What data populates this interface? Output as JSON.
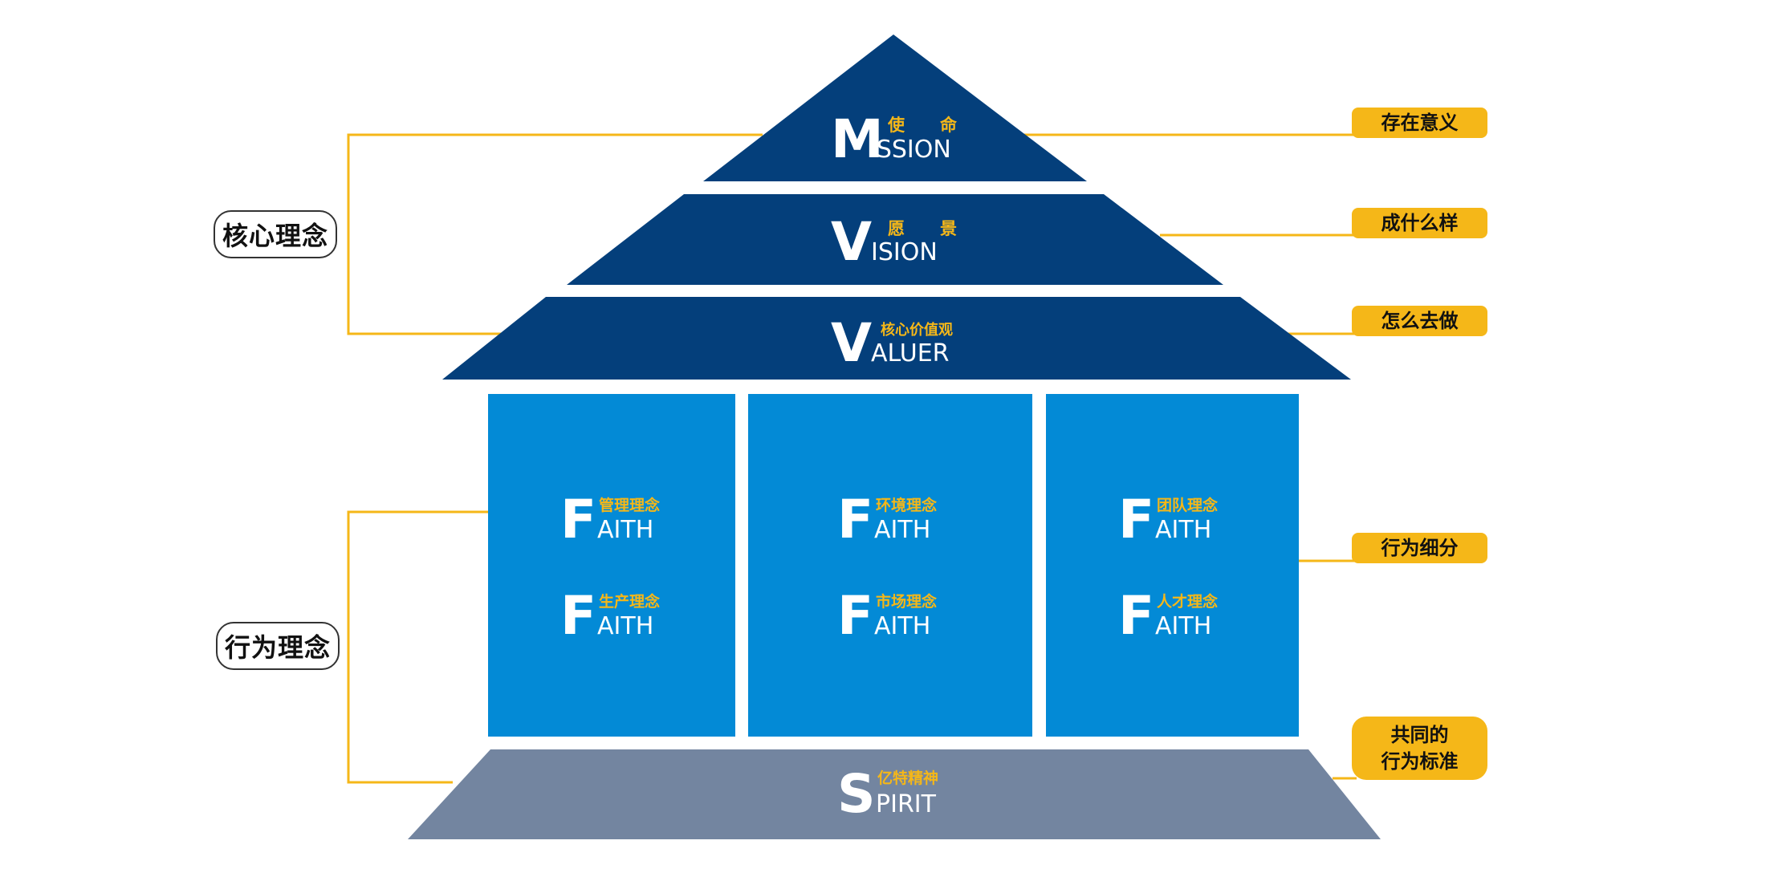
{
  "colors": {
    "dark_blue": "#043f7b",
    "bright_blue": "#038ad6",
    "base_gray": "#7385a0",
    "accent_yellow": "#f5b718",
    "white": "#ffffff"
  },
  "roof": {
    "mission": {
      "initial": "M",
      "rest": "ISSION",
      "zh": "使 命"
    },
    "vision": {
      "initial": "V",
      "rest": "ISION",
      "zh": "愿 景"
    },
    "valuer": {
      "initial": "V",
      "rest": "ALUER",
      "zh": "核心价值观"
    }
  },
  "pillars": [
    {
      "items": [
        {
          "initial": "F",
          "rest": "AITH",
          "zh": "管理理念"
        },
        {
          "initial": "F",
          "rest": "AITH",
          "zh": "生产理念"
        }
      ]
    },
    {
      "items": [
        {
          "initial": "F",
          "rest": "AITH",
          "zh": "环境理念"
        },
        {
          "initial": "F",
          "rest": "AITH",
          "zh": "市场理念"
        }
      ]
    },
    {
      "items": [
        {
          "initial": "F",
          "rest": "AITH",
          "zh": "团队理念"
        },
        {
          "initial": "F",
          "rest": "AITH",
          "zh": "人才理念"
        }
      ]
    }
  ],
  "base": {
    "initial": "S",
    "rest": "PIRIT",
    "zh": "亿特精神"
  },
  "left_labels": {
    "core": "核心理念",
    "behavior": "行为理念"
  },
  "right_tags": {
    "mission_tag": "存在意义",
    "vision_tag": "成什么样",
    "valuer_tag": "怎么去做",
    "pillars_tag": "行为细分",
    "base_tag_line1": "共同的",
    "base_tag_line2": "行为标准"
  }
}
